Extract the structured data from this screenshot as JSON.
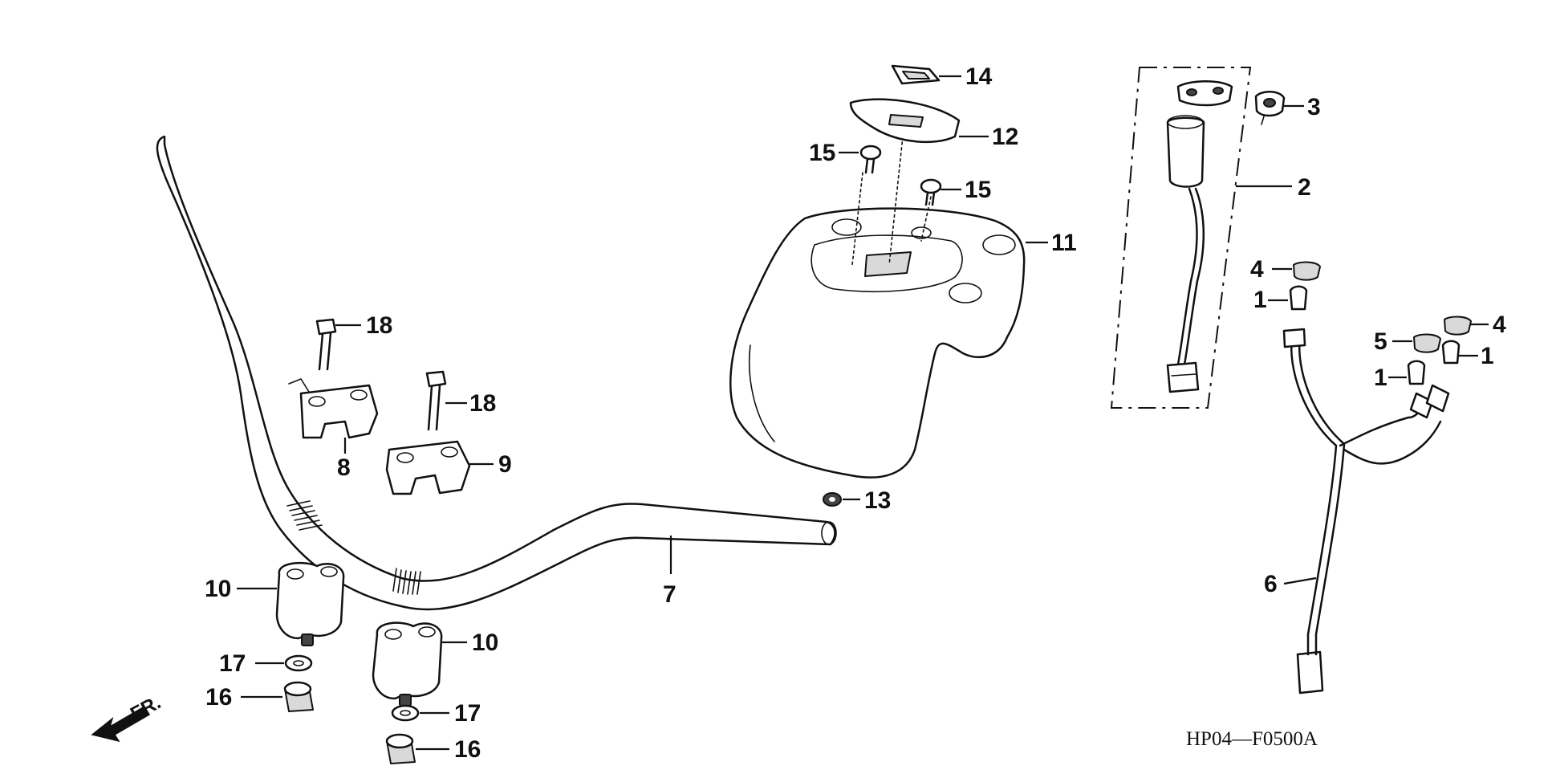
{
  "diagram": {
    "code": "HP04—F0500A",
    "direction_label": "FR.",
    "callouts": {
      "c1a": "1",
      "c1b": "1",
      "c1c": "1",
      "c2": "2",
      "c3": "3",
      "c4a": "4",
      "c4b": "4",
      "c5": "5",
      "c6": "6",
      "c7": "7",
      "c8": "8",
      "c9": "9",
      "c10a": "10",
      "c10b": "10",
      "c11": "11",
      "c12": "12",
      "c13": "13",
      "c14": "14",
      "c15a": "15",
      "c15b": "15",
      "c16a": "16",
      "c16b": "16",
      "c17a": "17",
      "c17b": "17",
      "c18a": "18",
      "c18b": "18"
    }
  }
}
